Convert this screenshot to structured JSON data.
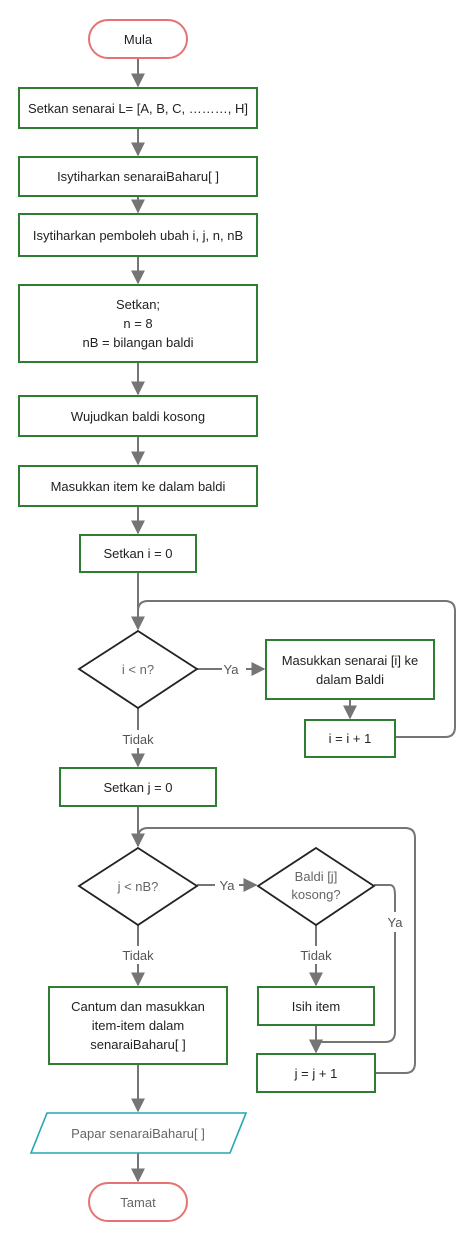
{
  "nodes": {
    "start": "Mula",
    "set_list": "Setkan senarai L= [A, B, C, ………, H]",
    "declare_new_list": "Isytiharkan senaraiBaharu[ ]",
    "declare_vars": "Isytiharkan pemboleh ubah i, j, n, nB",
    "set_values": {
      "line1": "Setkan;",
      "line2": "n = 8",
      "line3": "nB = bilangan baldi"
    },
    "create_buckets": "Wujudkan baldi kosong",
    "insert_items": "Masukkan item ke dalam baldi",
    "set_i": "Setkan i = 0",
    "cond_i": "i < n?",
    "insert_to_bucket": {
      "line1": "Masukkan senarai [i] ke",
      "line2": "dalam Baldi"
    },
    "inc_i": "i = i + 1",
    "set_j": "Setkan j = 0",
    "cond_j": "j < nB?",
    "cond_bucket": {
      "line1": "Baldi [j]",
      "line2": "kosong?"
    },
    "fill_item": "Isih item",
    "inc_j": "j = j + 1",
    "append": {
      "line1": "Cantum dan masukkan",
      "line2": "item-item dalam",
      "line3": "senaraiBaharu[ ]"
    },
    "display": "Papar senaraiBaharu[ ]",
    "end": "Tamat"
  },
  "labels": {
    "yes_i": "Ya",
    "no_i": "Tidak",
    "yes_j": "Ya",
    "no_j": "Tidak",
    "yes_bucket": "Ya",
    "no_bucket": "Tidak"
  }
}
